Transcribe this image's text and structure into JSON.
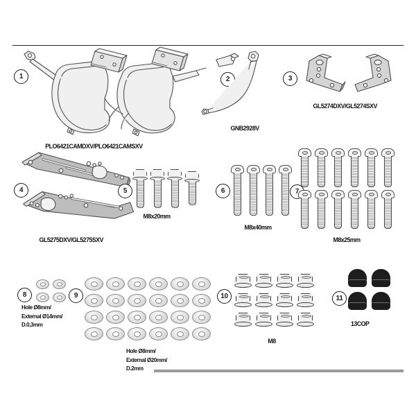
{
  "document": {
    "type": "motorcycle-pannier-rack-fitting-kit-parts-diagram",
    "background_color": "#ffffff",
    "line_color": "#4a4a4a"
  },
  "items": [
    {
      "index": "1",
      "caption": "PLO6421CAMDXV/PLO6421CAMSXV",
      "description": "tubular side rack frames, left and right",
      "quantity": 2
    },
    {
      "index": "2",
      "caption": "GNB2928V",
      "description": "curved tubular stay bracket",
      "quantity": 1
    },
    {
      "index": "3",
      "caption": "GL5274DXV/GL5274SXV",
      "description": "angled L-plate brackets, left and right",
      "quantity": 2
    },
    {
      "index": "4",
      "caption": "GL5275DXV/GL5275SXV",
      "description": "flat slotted mounting plates, left and right",
      "quantity": 2
    },
    {
      "index": "5",
      "caption": "M8x20mm",
      "description": "hex flange bolts",
      "quantity": 4
    },
    {
      "index": "6",
      "caption": "M8x40mm",
      "description": "socket button head bolts",
      "quantity": 4
    },
    {
      "index": "7",
      "caption": "M8x25mm",
      "description": "socket button head bolts",
      "quantity": 12
    },
    {
      "index": "8",
      "caption": "Hole Ø8mm/\nExternal Ø14mm/\nD.0,3mm",
      "spec_lines": [
        "Hole Ø8mm/",
        "External Ø14mm/",
        "D.0,3mm"
      ],
      "description": "thin shim washers",
      "quantity": 4
    },
    {
      "index": "9",
      "caption": "Hole Ø8mm/\nExternal Ø20mm/\nD.2mm",
      "spec_lines": [
        "Hole Ø8mm/",
        "External Ø20mm/",
        "D.2mm"
      ],
      "description": "flat washers",
      "quantity": 24
    },
    {
      "index": "10",
      "caption": "M8",
      "description": "flange nuts",
      "quantity": 12
    },
    {
      "index": "11",
      "caption": "13COP",
      "description": "black plastic dome cover caps",
      "quantity": 4
    }
  ],
  "labels": {
    "item1_caption": "PLO6421CAMDXV/PLO6421CAMSXV",
    "item2_caption": "GNB2928V",
    "item3_caption": "GL5274DXV/GL5274SXV",
    "item4_caption": "GL5275DXV/GL5275SXV",
    "item5_caption": "M8x20mm",
    "item6_caption": "M8x40mm",
    "item7_caption": "M8x25mm",
    "item8_line1": "Hole Ø8mm/",
    "item8_line2": "External Ø14mm/",
    "item8_line3": "D.0,3mm",
    "item9_line1": "Hole Ø8mm/",
    "item9_line2": "External Ø20mm/",
    "item9_line3": "D.2mm",
    "item10_caption": "M8",
    "item11_caption": "13COP"
  },
  "badges": {
    "b1": "1",
    "b2": "2",
    "b3": "3",
    "b4": "4",
    "b5": "5",
    "b6": "6",
    "b7": "7",
    "b8": "8",
    "b9": "9",
    "b10": "10",
    "b11": "11"
  }
}
